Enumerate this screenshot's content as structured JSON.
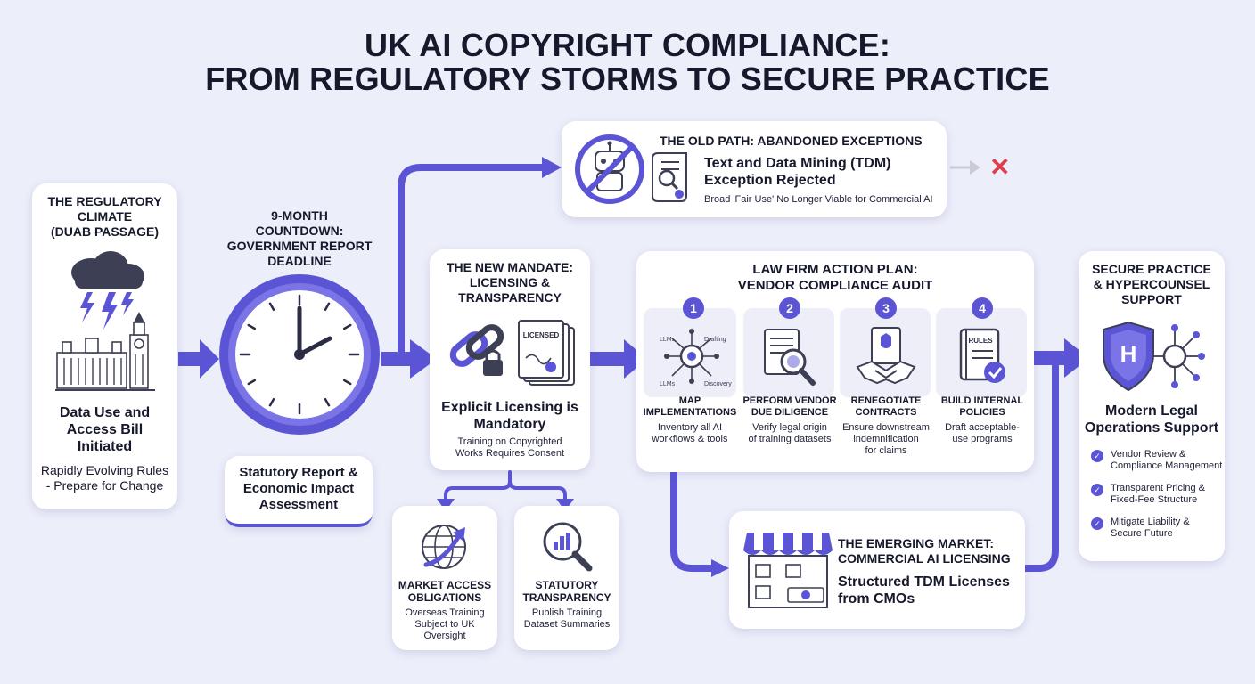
{
  "title": {
    "line1": "UK AI COPYRIGHT COMPLIANCE:",
    "line2": "FROM REGULATORY STORMS TO SECURE PRACTICE"
  },
  "regulatory_climate": {
    "heading": [
      "THE REGULATORY",
      "CLIMATE",
      "(DUAB PASSAGE)"
    ],
    "title": [
      "Data Use and",
      "Access Bill",
      "Initiated"
    ],
    "text": [
      "Rapidly Evolving Rules",
      "- Prepare for Change"
    ]
  },
  "countdown": {
    "heading": [
      "9-MONTH",
      "COUNTDOWN:",
      "GOVERNMENT REPORT",
      "DEADLINE"
    ],
    "box": [
      "Statutory Report &",
      "Economic Impact",
      "Assessment"
    ]
  },
  "old_path": {
    "heading": "THE OLD PATH: ABANDONED EXCEPTIONS",
    "title": [
      "Text and Data Mining (TDM)",
      "Exception Rejected"
    ],
    "text": "Broad 'Fair Use' No Longer Viable for Commercial AI",
    "reject_symbol": "✕"
  },
  "new_mandate": {
    "heading": [
      "THE NEW MANDATE:",
      "LICENSING &",
      "TRANSPARENCY"
    ],
    "doc_label": "LICENSED",
    "title": [
      "Explicit Licensing is",
      "Mandatory"
    ],
    "text": [
      "Training on Copyrighted",
      "Works Requires Consent"
    ]
  },
  "market_access": {
    "heading": [
      "MARKET ACCESS",
      "OBLIGATIONS"
    ],
    "text": [
      "Overseas Training",
      "Subject to UK",
      "Oversight"
    ]
  },
  "statutory_transparency": {
    "heading": [
      "STATUTORY",
      "TRANSPARENCY"
    ],
    "text": [
      "Publish Training",
      "Dataset Summaries"
    ]
  },
  "action_plan": {
    "heading": [
      "LAW FIRM ACTION PLAN:",
      "VENDOR COMPLIANCE AUDIT"
    ],
    "steps": [
      {
        "num": "1",
        "title": [
          "MAP",
          "IMPLEMENTATIONS"
        ],
        "text": [
          "Inventory all AI",
          "workflows & tools"
        ],
        "icon_labels": [
          "LLMs",
          "Drafting",
          "LLMs",
          "Discovery"
        ]
      },
      {
        "num": "2",
        "title": [
          "PERFORM VENDOR",
          "DUE DILIGENCE"
        ],
        "text": [
          "Verify legal origin",
          "of training datasets"
        ]
      },
      {
        "num": "3",
        "title": [
          "RENEGOTIATE",
          "CONTRACTS"
        ],
        "text": [
          "Ensure downstream",
          "indemnification",
          "for claims"
        ]
      },
      {
        "num": "4",
        "title": [
          "BUILD INTERNAL",
          "POLICIES"
        ],
        "text": [
          "Draft acceptable-",
          "use programs"
        ],
        "icon_label": "RULES"
      }
    ]
  },
  "emerging_market": {
    "heading": [
      "THE EMERGING MARKET:",
      "COMMERCIAL AI LICENSING"
    ],
    "title": [
      "Structured TDM Licenses",
      "from CMOs"
    ]
  },
  "secure_practice": {
    "heading": [
      "SECURE PRACTICE",
      "& HYPERCOUNSEL",
      "SUPPORT"
    ],
    "shield_letter": "H",
    "title": [
      "Modern Legal",
      "Operations Support"
    ],
    "items": [
      [
        "Vendor Review &",
        "Compliance Management"
      ],
      [
        "Transparent Pricing &",
        "Fixed-Fee Structure"
      ],
      [
        "Mitigate Liability &",
        "Secure Future"
      ]
    ]
  },
  "colors": {
    "accent": "#5b55d6",
    "reject": "#e03c4a",
    "background": "#eceefa"
  }
}
